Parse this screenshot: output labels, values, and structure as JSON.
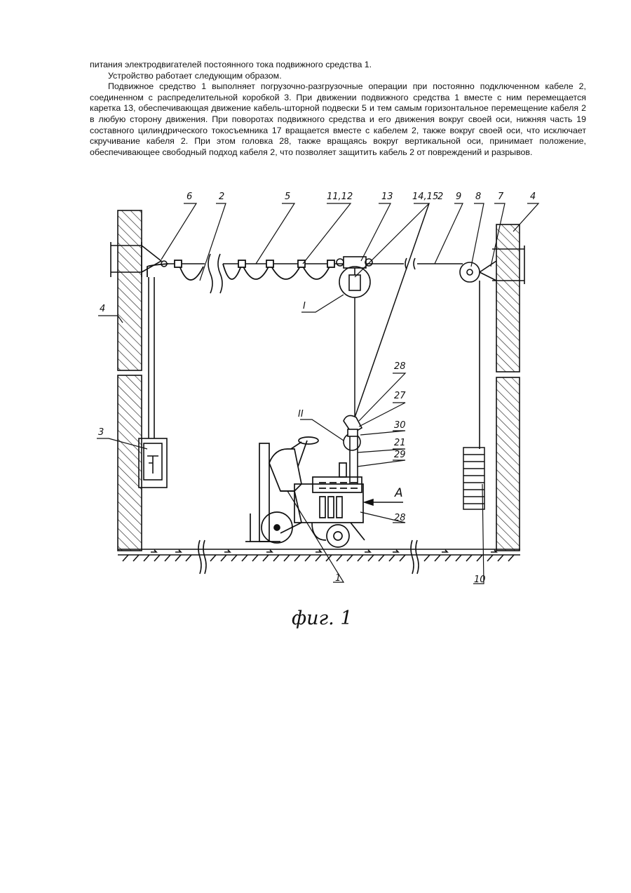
{
  "text": {
    "line1": "питания электродвигателей постоянного тока подвижного средства 1.",
    "para1": "Устройство работает следующим образом.",
    "para2": "Подвижное средство 1 выполняет погрузочно-разгрузочные операции при постоянно подключенном кабеле 2, соединенном с распределительной коробкой 3. При движении подвижного средства 1 вместе с ним перемещается каретка 13, обеспечивающая движение кабель-шторной подвески 5 и тем самым горизонтальное перемещение кабеля 2 в любую сторону движения. При поворотах подвижного средства и его движения вокруг своей оси, нижняя часть 19 составного цилиндрического токосъемника 17 вращается вместе с кабелем 2, также вокруг своей оси, что исключает скручивание кабеля 2. При этом головка 28, также вращаясь вокруг вертикальной оси, принимает положение, обеспечивающее свободный подход кабеля 2, что позволяет защитить кабель 2 от повреждений и разрывов."
  },
  "figure": {
    "labels": {
      "l6": "6",
      "l2a": "2",
      "l5": "5",
      "l1112": "11,12",
      "l13": "13",
      "l1415": "14,15",
      "l2b": "2",
      "l9": "9",
      "l8": "8",
      "l7": "7",
      "l4a": "4",
      "l4b": "4",
      "l3": "3",
      "lI": "I",
      "l28a": "28",
      "l27": "27",
      "lII": "II",
      "l30": "30",
      "l21": "21",
      "l29": "29",
      "lA": "A",
      "l28b": "28",
      "l1": "1",
      "l10": "10"
    },
    "caption": "фиг. 1"
  }
}
